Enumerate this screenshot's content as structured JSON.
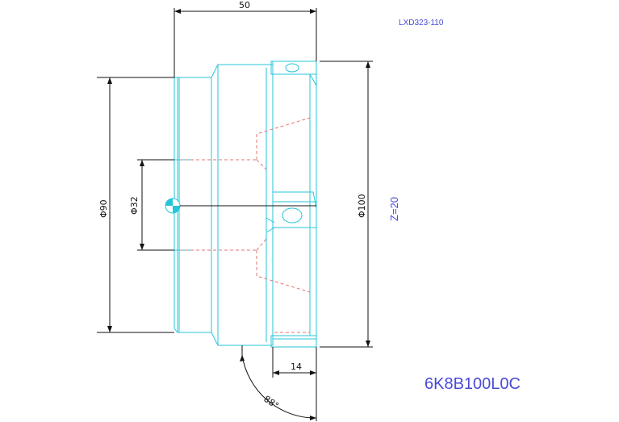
{
  "drawing": {
    "part_code": "LXD323-110",
    "model": "6K8B100L0C",
    "teeth": "Z=20",
    "dims": {
      "length": "50",
      "bore_dia": "Φ32",
      "hub_dia": "Φ90",
      "cutter_dia": "Φ100",
      "insert_depth": "14",
      "angle": "88°"
    }
  },
  "colors": {
    "part_outline": "#26c6da",
    "hidden_line": "#e57373",
    "dimension": "#111111",
    "text_blue": "#4a4ad8"
  }
}
